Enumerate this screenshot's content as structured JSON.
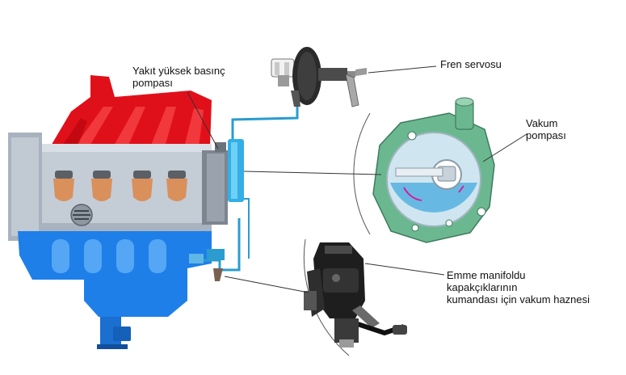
{
  "labels": {
    "fuel_pump_line1": "Yakıt yüksek basınç",
    "fuel_pump_line2": "pompası",
    "brake_servo": "Fren servosu",
    "vacuum_pump_line1": "Vakum",
    "vacuum_pump_line2": "pompası",
    "reservoir_line1": "Emme manifoldu",
    "reservoir_line2": "kapakçıklarının",
    "reservoir_line3": "kumandası için vakum haznesi"
  },
  "colors": {
    "intake_manifold_red": "#e0101a",
    "exhaust_manifold_blue": "#1e7fe8",
    "engine_block_grey": "#c4ccd6",
    "injector_orange": "#d9905a",
    "vacuum_line_blue": "#2a9ccf",
    "pump_housing_green": "#6bb890"
  }
}
